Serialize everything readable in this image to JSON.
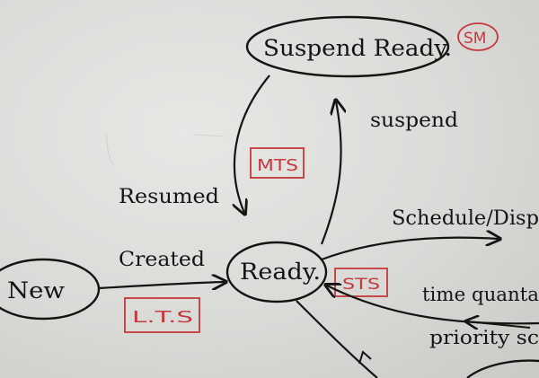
{
  "states": {
    "suspend_ready": "Suspend Ready.",
    "ready": "Ready.",
    "new": "New"
  },
  "transitions": {
    "suspend": "suspend",
    "resumed": "Resumed",
    "created": "Created",
    "schedule_dispatch": "Schedule/Disp",
    "time_quantum": "time quanta",
    "priority": "priority sc"
  },
  "tags": {
    "sm": "SM",
    "mts": "MTS",
    "sts": "STS",
    "lts": "L.T.S"
  },
  "colors": {
    "ink": "#141414",
    "red_ink": "#c5383e"
  }
}
